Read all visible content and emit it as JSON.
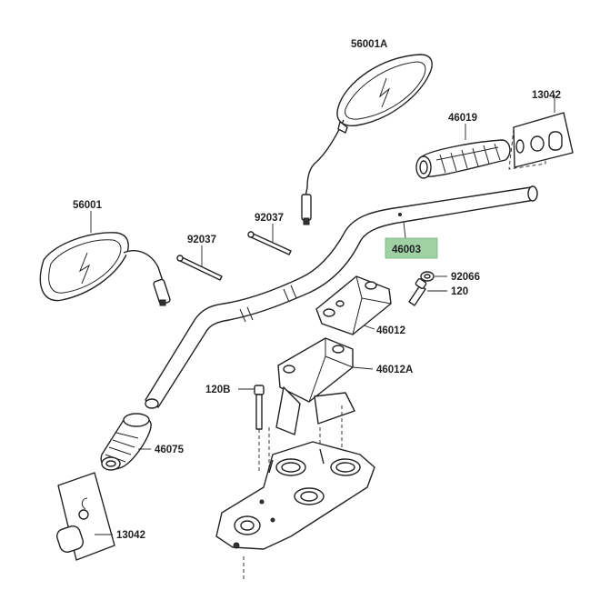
{
  "parts": {
    "mirror_right": "56001A",
    "grip_right_cover": "13042",
    "grip_right": "46019",
    "mirror_left": "56001",
    "band_1": "92037",
    "band_2": "92037",
    "handlebar": "46003",
    "washer": "92066",
    "bolt_small": "120",
    "holder_upper": "46012",
    "holder_lower": "46012A",
    "bolt_long": "120B",
    "grip_left": "46075",
    "grip_left_cover": "13042"
  },
  "highlight_color": "#9fd1a4"
}
